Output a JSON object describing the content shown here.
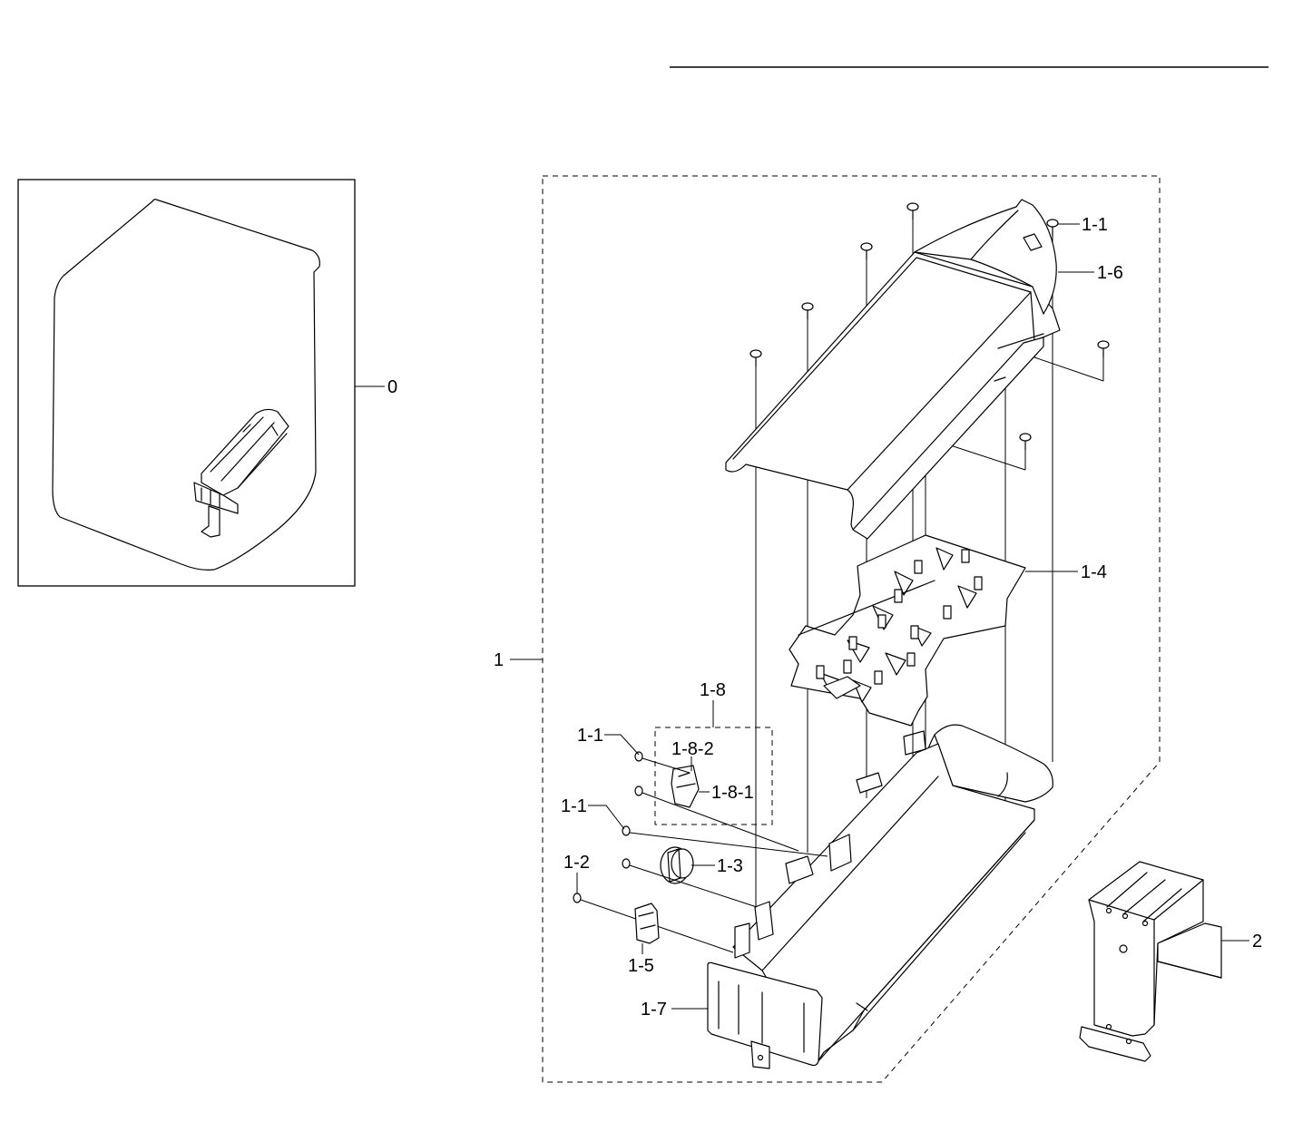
{
  "diagram": {
    "callouts": {
      "assembly": "0",
      "heater_assembly": "1",
      "bracket": "2",
      "screw_top": "1-1",
      "screw_a": "1-1",
      "screw_b": "1-1",
      "part_1_2": "1-2",
      "part_1_3": "1-3",
      "part_1_4": "1-4",
      "part_1_5": "1-5",
      "part_1_6": "1-6",
      "part_1_7": "1-7",
      "part_1_8": "1-8",
      "part_1_8_1": "1-8-1",
      "part_1_8_2": "1-8-2"
    }
  }
}
